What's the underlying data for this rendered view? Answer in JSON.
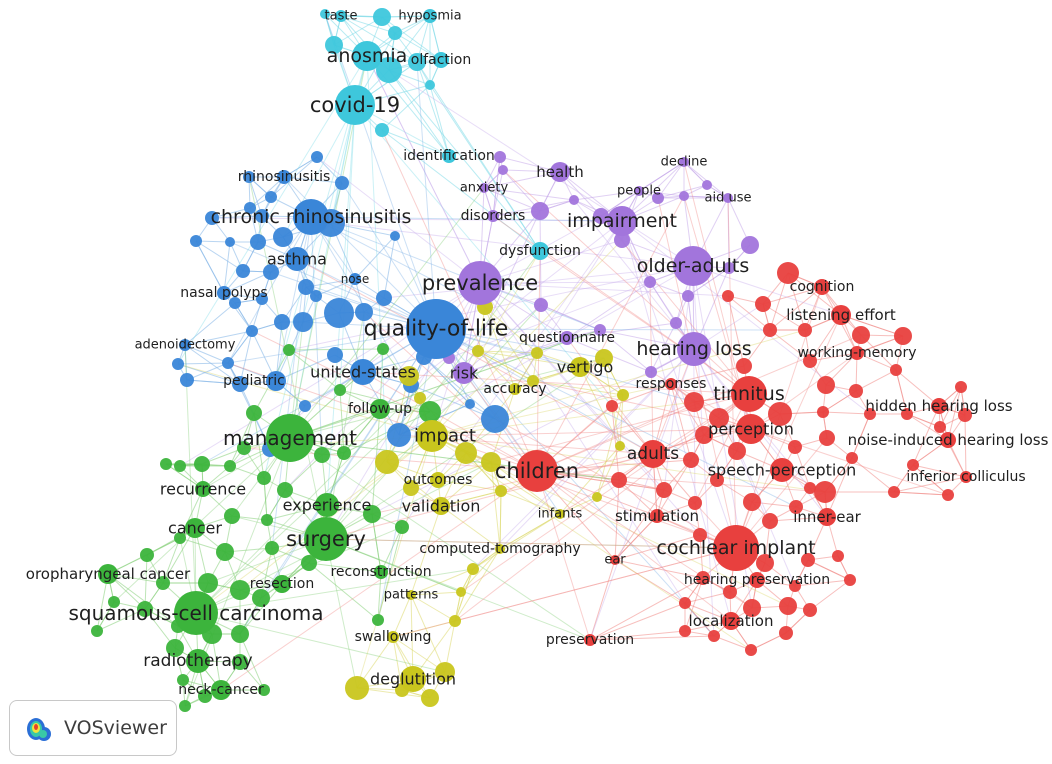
{
  "app": {
    "brand": "VOSviewer",
    "logo_icon": "vosviewer-heatmap-icon"
  },
  "clusters": {
    "red": {
      "color": "#e8403e",
      "edge": "#f08a86"
    },
    "green": {
      "color": "#3cb43c",
      "edge": "#86cf7a"
    },
    "blue": {
      "color": "#3a86d8",
      "edge": "#7fb2e6"
    },
    "yellow": {
      "color": "#c9c61e",
      "edge": "#dcd86c"
    },
    "purple": {
      "color": "#a275dc",
      "edge": "#c6a9ea"
    },
    "cyan": {
      "color": "#3ec7dc",
      "edge": "#7fdbe8"
    }
  },
  "nodes": [
    {
      "id": "taste",
      "label": "taste",
      "cluster": "cyan"
    },
    {
      "id": "hyposmia",
      "label": "hyposmia",
      "cluster": "cyan"
    },
    {
      "id": "anosmia",
      "label": "anosmia",
      "cluster": "cyan"
    },
    {
      "id": "olfaction",
      "label": "olfaction",
      "cluster": "cyan"
    },
    {
      "id": "covid-19",
      "label": "covid-19",
      "cluster": "cyan"
    },
    {
      "id": "identification",
      "label": "identification",
      "cluster": "cyan"
    },
    {
      "id": "dysfunction",
      "label": "dysfunction",
      "cluster": "cyan"
    },
    {
      "id": "health",
      "label": "health",
      "cluster": "purple"
    },
    {
      "id": "decline",
      "label": "decline",
      "cluster": "purple"
    },
    {
      "id": "anxiety",
      "label": "anxiety",
      "cluster": "purple"
    },
    {
      "id": "people",
      "label": "people",
      "cluster": "purple"
    },
    {
      "id": "aid-use",
      "label": "aid use",
      "cluster": "purple"
    },
    {
      "id": "disorders",
      "label": "disorders",
      "cluster": "purple"
    },
    {
      "id": "impairment",
      "label": "impairment",
      "cluster": "purple"
    },
    {
      "id": "prevalence",
      "label": "prevalence",
      "cluster": "purple"
    },
    {
      "id": "older-adults",
      "label": "older-adults",
      "cluster": "purple"
    },
    {
      "id": "hearing-loss",
      "label": "hearing loss",
      "cluster": "purple"
    },
    {
      "id": "questionnaire",
      "label": "questionnaire",
      "cluster": "purple"
    },
    {
      "id": "risk",
      "label": "risk",
      "cluster": "purple"
    },
    {
      "id": "rhinosinusitis",
      "label": "rhinosinusitis",
      "cluster": "blue"
    },
    {
      "id": "chronic-rhinosinusitis",
      "label": "chronic rhinosinusitis",
      "cluster": "blue"
    },
    {
      "id": "asthma",
      "label": "asthma",
      "cluster": "blue"
    },
    {
      "id": "nose",
      "label": "nose",
      "cluster": "blue"
    },
    {
      "id": "nasal-polyps",
      "label": "nasal polyps",
      "cluster": "blue"
    },
    {
      "id": "quality-of-life",
      "label": "quality-of-life",
      "cluster": "blue"
    },
    {
      "id": "adenoidectomy",
      "label": "adenoidectomy",
      "cluster": "blue"
    },
    {
      "id": "pediatric",
      "label": "pediatric",
      "cluster": "blue"
    },
    {
      "id": "united-states",
      "label": "united-states",
      "cluster": "blue"
    },
    {
      "id": "vertigo",
      "label": "vertigo",
      "cluster": "yellow"
    },
    {
      "id": "accuracy",
      "label": "accuracy",
      "cluster": "yellow"
    },
    {
      "id": "impact",
      "label": "impact",
      "cluster": "yellow"
    },
    {
      "id": "validation",
      "label": "validation",
      "cluster": "yellow"
    },
    {
      "id": "outcomes",
      "label": "outcomes",
      "cluster": "yellow"
    },
    {
      "id": "infants",
      "label": "infants",
      "cluster": "yellow"
    },
    {
      "id": "computed-tomography",
      "label": "computed-tomography",
      "cluster": "yellow"
    },
    {
      "id": "patterns",
      "label": "patterns",
      "cluster": "yellow"
    },
    {
      "id": "swallowing",
      "label": "swallowing",
      "cluster": "yellow"
    },
    {
      "id": "deglutition",
      "label": "deglutition",
      "cluster": "yellow"
    },
    {
      "id": "follow-up",
      "label": "follow-up",
      "cluster": "green"
    },
    {
      "id": "management",
      "label": "management",
      "cluster": "green"
    },
    {
      "id": "recurrence",
      "label": "recurrence",
      "cluster": "green"
    },
    {
      "id": "experience",
      "label": "experience",
      "cluster": "green"
    },
    {
      "id": "cancer",
      "label": "cancer",
      "cluster": "green"
    },
    {
      "id": "surgery",
      "label": "surgery",
      "cluster": "green"
    },
    {
      "id": "oropharyngeal-cancer",
      "label": "oropharyngeal cancer",
      "cluster": "green"
    },
    {
      "id": "resection",
      "label": "resection",
      "cluster": "green"
    },
    {
      "id": "reconstruction",
      "label": "reconstruction",
      "cluster": "green"
    },
    {
      "id": "squamous-cell-carcinoma",
      "label": "squamous-cell carcinoma",
      "cluster": "green"
    },
    {
      "id": "radiotherapy",
      "label": "radiotherapy",
      "cluster": "green"
    },
    {
      "id": "neck-cancer",
      "label": "neck-cancer",
      "cluster": "green"
    },
    {
      "id": "cognition",
      "label": "cognition",
      "cluster": "red"
    },
    {
      "id": "listening-effort",
      "label": "listening effort",
      "cluster": "red"
    },
    {
      "id": "working-memory",
      "label": "working-memory",
      "cluster": "red"
    },
    {
      "id": "tinnitus",
      "label": "tinnitus",
      "cluster": "red"
    },
    {
      "id": "responses",
      "label": "responses",
      "cluster": "red"
    },
    {
      "id": "hidden-hearing-loss",
      "label": "hidden hearing loss",
      "cluster": "red"
    },
    {
      "id": "perception",
      "label": "perception",
      "cluster": "red"
    },
    {
      "id": "noise-induced-hearing-loss",
      "label": "noise-induced hearing loss",
      "cluster": "red"
    },
    {
      "id": "adults",
      "label": "adults",
      "cluster": "red"
    },
    {
      "id": "children",
      "label": "children",
      "cluster": "red"
    },
    {
      "id": "speech-perception",
      "label": "speech-perception",
      "cluster": "red"
    },
    {
      "id": "inferior-colliculus",
      "label": "inferior colliculus",
      "cluster": "red"
    },
    {
      "id": "stimulation",
      "label": "stimulation",
      "cluster": "red"
    },
    {
      "id": "inner-ear",
      "label": "inner-ear",
      "cluster": "red"
    },
    {
      "id": "cochlear-implant",
      "label": "cochlear implant",
      "cluster": "red"
    },
    {
      "id": "ear",
      "label": "ear",
      "cluster": "red"
    },
    {
      "id": "hearing-preservation",
      "label": "hearing preservation",
      "cluster": "red"
    },
    {
      "id": "localization",
      "label": "localization",
      "cluster": "red"
    },
    {
      "id": "preservation",
      "label": "preservation",
      "cluster": "red"
    }
  ]
}
